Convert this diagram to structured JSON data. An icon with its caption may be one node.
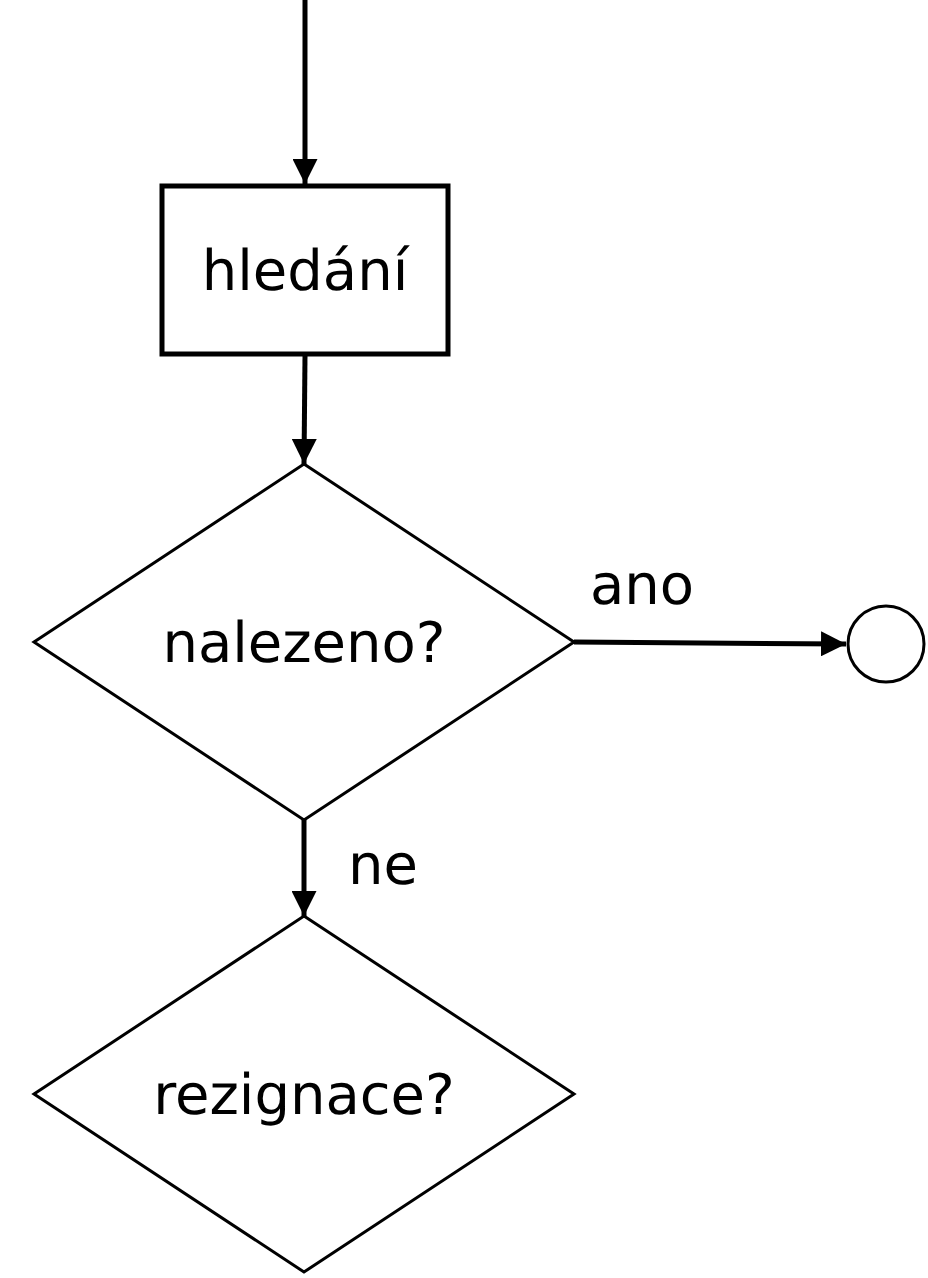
{
  "diagram": {
    "nodes": [
      {
        "text": [
          "hledání"
        ]
      },
      {
        "text": [
          "nalezeno?"
        ]
      },
      {
        "text": [],
        "shape": "circle"
      },
      {
        "text": [
          "rezignace?"
        ]
      }
    ],
    "edges": [
      {
        "from": null,
        "to": 0,
        "arrow": "to"
      },
      {
        "from": 0,
        "to": 1,
        "arrow": "to"
      },
      {
        "from": 1,
        "to": 2,
        "arrow": "to",
        "label": "ano"
      },
      {
        "from": 1,
        "to": 3,
        "arrow": "to",
        "label": "ne"
      }
    ]
  }
}
